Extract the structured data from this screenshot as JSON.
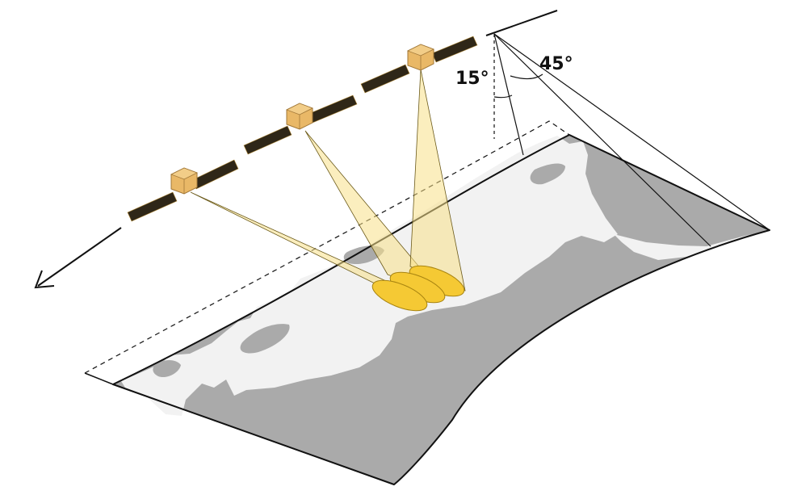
{
  "angles": {
    "inner_label": "15°",
    "outer_label": "45°"
  },
  "satellites": [
    {
      "id": "satellite-1"
    },
    {
      "id": "satellite-2"
    },
    {
      "id": "satellite-3"
    }
  ],
  "colors": {
    "land": "#f2f2f2",
    "water": "#aaaaaa",
    "beam_fill": "#f7e089",
    "footprint": "#f5c934",
    "satellite_body": "#e9b867",
    "solar_panel": "#2f2718",
    "line": "#111111"
  },
  "icons": {
    "direction_arrow": "arrow-left-down-icon"
  }
}
